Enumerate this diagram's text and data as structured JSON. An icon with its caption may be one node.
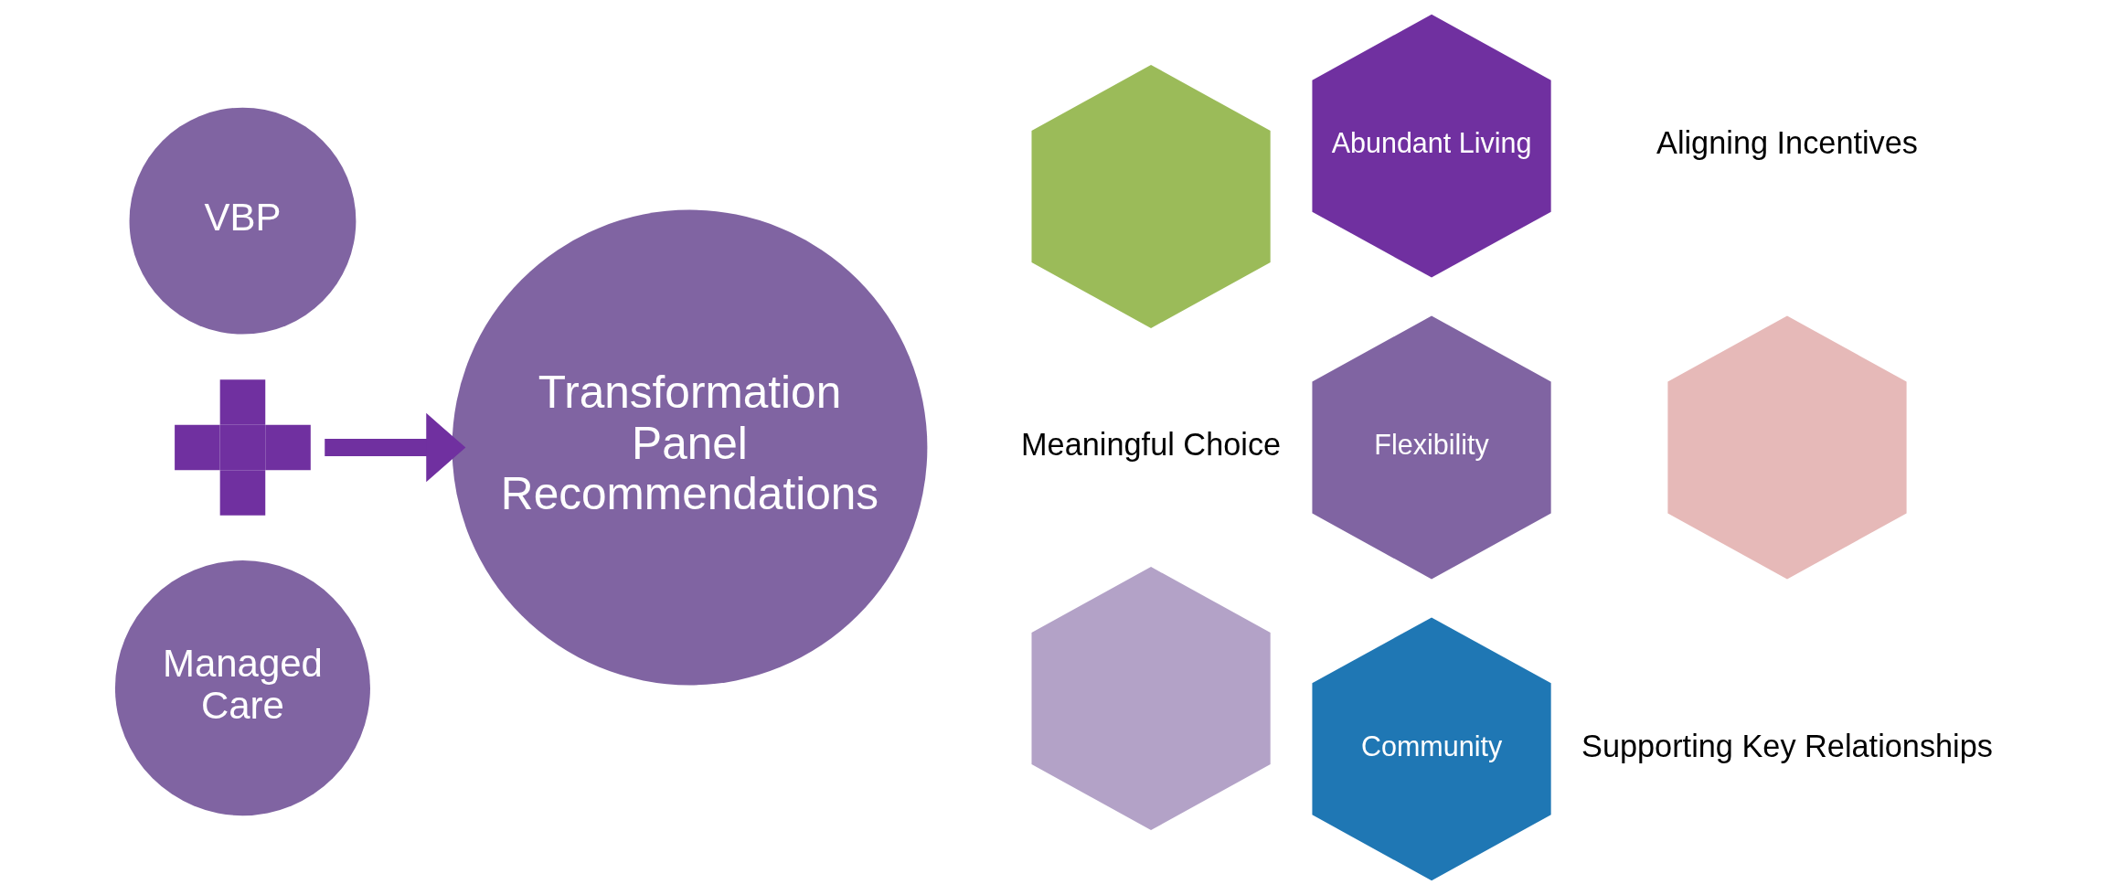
{
  "diagram": {
    "nodes": [
      {
        "text": [
          "VBP"
        ]
      },
      {
        "text": [],
        "shape": "plus"
      },
      {
        "text": [
          "Managed Care"
        ]
      },
      {
        "text": [
          "Transformation Panel Recommendations"
        ]
      },
      {
        "text": [],
        "shape": "hexagon"
      },
      {
        "text": [
          "Abundant Living"
        ],
        "beside": [
          "Aligning Incentives"
        ]
      },
      {
        "text": [
          "Flexibility"
        ],
        "beside": [
          "Meaningful Choice"
        ]
      },
      {
        "text": [],
        "shape": "hexagon"
      },
      {
        "text": [],
        "shape": "hexagon"
      },
      {
        "text": [
          "Community"
        ],
        "beside": [
          "Supporting Key Relationships"
        ]
      }
    ],
    "edges": [
      {
        "from": 1,
        "to": 3,
        "arrow": "to"
      }
    ]
  }
}
